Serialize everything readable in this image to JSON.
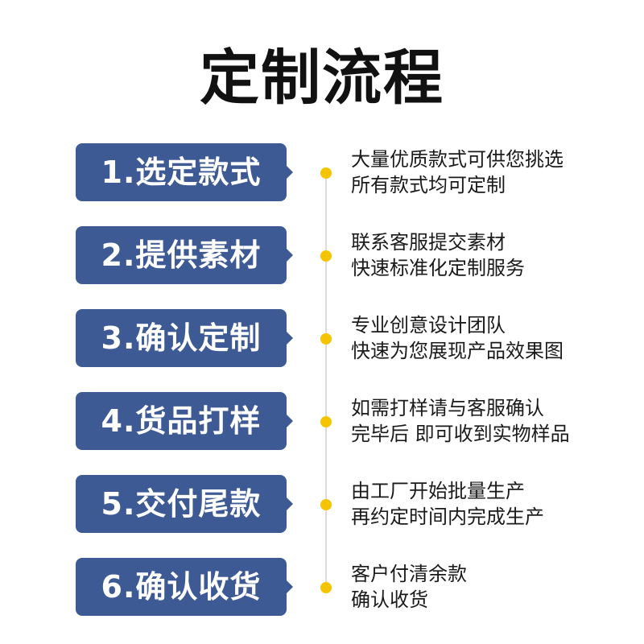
{
  "title": "定制流程",
  "steps": [
    {
      "label": "1.选定款式",
      "line1": "大量优质款式可供您挑选",
      "line2": "所有款式均可定制"
    },
    {
      "label": "2.提供素材",
      "line1": "联系客服提交素材",
      "line2": "快速标准化定制服务"
    },
    {
      "label": "3.确认定制",
      "line1": "专业创意设计团队",
      "line2": "快速为您展现产品效果图"
    },
    {
      "label": "4.货品打样",
      "line1": "如需打样请与客服确认",
      "line2": "完毕后 即可收到实物样品"
    },
    {
      "label": "5.交付尾款",
      "line1": "由工厂开始批量生产",
      "line2": "再约定时间内完成生产"
    },
    {
      "label": "6.确认收货",
      "line1": "客户付清余款",
      "line2": "确认收货"
    }
  ],
  "colors": {
    "step_box": "#3d5a95",
    "dot": "#f5c400",
    "line": "#dcdcdc"
  }
}
